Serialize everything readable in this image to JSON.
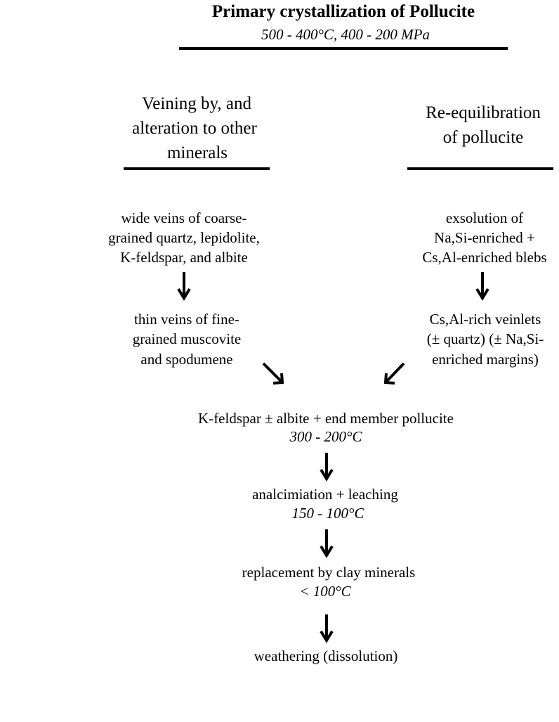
{
  "title": "Primary crystallization of Pollucite",
  "conditions": "500 - 400°C,  400 - 200 MPa",
  "left_branch": {
    "heading": [
      "Veining by, and",
      "alteration to other",
      "minerals"
    ],
    "step1": [
      "wide veins of coarse-",
      "grained quartz, lepidolite,",
      "K-feldspar, and albite"
    ],
    "step2": [
      "thin veins of fine-",
      "grained muscovite",
      "and spodumene"
    ]
  },
  "right_branch": {
    "heading": [
      "Re-equilibration",
      "of pollucite"
    ],
    "step1": [
      "exsolution of",
      "Na,Si-enriched +",
      "Cs,Al-enriched blebs"
    ],
    "step2": [
      "Cs,Al-rich veinlets",
      "(± quartz) (± Na,Si-",
      "enriched margins)"
    ]
  },
  "sequence": [
    {
      "label": "K-feldspar ± albite + end member pollucite",
      "temp": "300 - 200°C"
    },
    {
      "label": "analcimiation + leaching",
      "temp": "150 - 100°C"
    },
    {
      "label": "replacement by clay minerals",
      "temp": "< 100°C"
    },
    {
      "label": "weathering (dissolution)",
      "temp": null
    }
  ],
  "colors": {
    "ink": "#000000",
    "background": "#ffffff"
  }
}
